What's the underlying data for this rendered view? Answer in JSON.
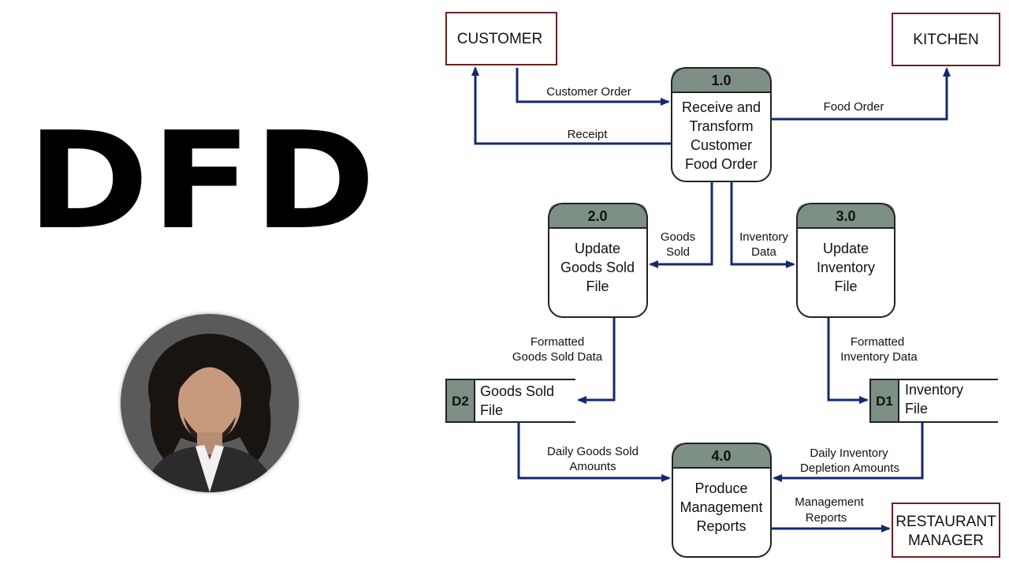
{
  "title": "DFD",
  "colors": {
    "arrow": "#14286e",
    "entity_border": "#6b1f1f",
    "process_header": "#7e8f86",
    "text": "#111111"
  },
  "entities": {
    "customer": "CUSTOMER",
    "kitchen": "KITCHEN",
    "restaurant_manager": [
      "RESTAURANT",
      "MANAGER"
    ]
  },
  "processes": {
    "p1": {
      "id": "1.0",
      "lines": [
        "Receive and",
        "Transform",
        "Customer",
        "Food Order"
      ]
    },
    "p2": {
      "id": "2.0",
      "lines": [
        "Update",
        "Goods Sold",
        "File"
      ]
    },
    "p3": {
      "id": "3.0",
      "lines": [
        "Update",
        "Inventory",
        "File"
      ]
    },
    "p4": {
      "id": "4.0",
      "lines": [
        "Produce",
        "Management",
        "Reports"
      ]
    }
  },
  "stores": {
    "d2": {
      "id": "D2",
      "lines": [
        "Goods Sold",
        "File"
      ]
    },
    "d1": {
      "id": "D1",
      "lines": [
        "Inventory",
        "File"
      ]
    }
  },
  "flows": {
    "customer_order": [
      "Customer Order"
    ],
    "receipt": [
      "Receipt"
    ],
    "food_order": [
      "Food Order"
    ],
    "goods_sold": [
      "Goods",
      "Sold"
    ],
    "inventory_data": [
      "Inventory",
      "Data"
    ],
    "formatted_goods": [
      "Formatted",
      "Goods Sold Data"
    ],
    "formatted_inventory": [
      "Formatted",
      "Inventory Data"
    ],
    "daily_goods": [
      "Daily Goods Sold",
      "Amounts"
    ],
    "daily_inventory": [
      "Daily Inventory",
      "Depletion Amounts"
    ],
    "management_reports": [
      "Management",
      "Reports"
    ]
  }
}
